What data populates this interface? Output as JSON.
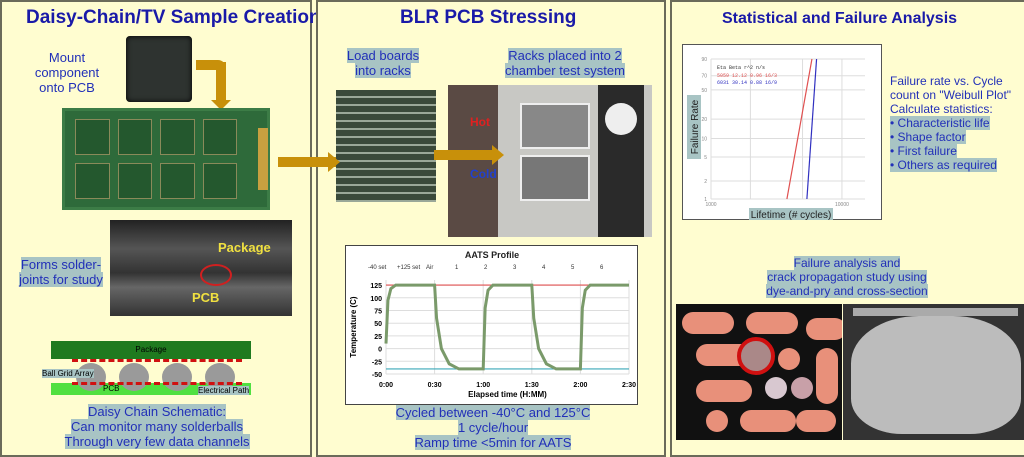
{
  "panels": {
    "left": {
      "title": "Daisy-Chain/TV Sample Creation",
      "mount_text": [
        "Mount",
        "component",
        "onto PCB"
      ],
      "forms_text": [
        "Forms solder-",
        "joints for study"
      ],
      "photo_labels": {
        "package": "Package",
        "pcb": "PCB"
      },
      "schematic": {
        "package": "Package",
        "ball_grid_array": "Ball Grid Array",
        "pcb": "PCB",
        "electrical_path": "Electrical Path"
      },
      "schematic_caption": [
        "Daisy Chain Schematic:",
        "Can monitor many solderballs",
        "Through very few data channels"
      ]
    },
    "middle": {
      "title": "BLR PCB Stressing",
      "load_text": [
        "Load boards",
        "into racks"
      ],
      "racks_text": [
        "Racks placed into 2",
        "chamber test system"
      ],
      "chamber_labels": {
        "hot": "Hot",
        "cold": "Cold"
      },
      "caption": [
        "Cycled between -40°C and 125°C",
        "1 cycle/hour",
        "Ramp time <5min for AATS"
      ]
    },
    "right": {
      "title": "Statistical and Failure Analysis",
      "weibull_text": [
        "Failure rate vs. Cycle",
        "count on \"Weibull Plot\"",
        "Calculate statistics:"
      ],
      "bullets": [
        "Characteristic life",
        "Shape factor",
        "First failure",
        "Others as required"
      ],
      "fa_text": [
        "Failure analysis and",
        "crack propagation study using",
        "dye-and-pry and cross-section"
      ]
    }
  },
  "colors": {
    "background": "#fffdd0",
    "title": "#1a1aa8",
    "caption": "#2230b8",
    "highlight": "#a8c4c4",
    "arrow": "#c8900a"
  },
  "chart_data": [
    {
      "type": "line",
      "title": "AATS Profile",
      "xlabel": "Elapsed time (H:MM)",
      "ylabel": "Temperature (C)",
      "x_ticks": [
        "0:00",
        "0:30",
        "1:00",
        "1:30",
        "2:00",
        "2:30"
      ],
      "y_ticks": [
        125,
        100,
        75,
        50,
        25,
        0,
        -25,
        -50
      ],
      "xlim": [
        0,
        2.5
      ],
      "ylim": [
        -50,
        135
      ],
      "grid": true,
      "legend": [
        "-40 set",
        "+125 set",
        "Air",
        "1",
        "2",
        "3",
        "4",
        "5",
        "6"
      ],
      "legend_position": "top",
      "series": [
        {
          "name": "-40 set",
          "color": "#3aa8b8",
          "x": [
            0,
            2.5
          ],
          "y": [
            -40,
            -40
          ]
        },
        {
          "name": "+125 set",
          "color": "#e05050",
          "x": [
            0,
            2.5
          ],
          "y": [
            125,
            125
          ]
        },
        {
          "name": "Air",
          "color": "#7a9a6a",
          "x": [
            0,
            0.02,
            0.05,
            0.1,
            0.5,
            0.52,
            0.57,
            0.65,
            0.75,
            1.0,
            1.02,
            1.05,
            1.1,
            1.5,
            1.52,
            1.57,
            1.65,
            1.75,
            2.0,
            2.02,
            2.05,
            2.1,
            2.5
          ],
          "y": [
            10,
            95,
            118,
            125,
            125,
            60,
            0,
            -30,
            -40,
            -40,
            80,
            115,
            125,
            125,
            60,
            0,
            -30,
            -40,
            -40,
            80,
            115,
            125,
            125
          ]
        }
      ]
    },
    {
      "type": "line",
      "xlabel": "Lifetime (# cycles)",
      "ylabel": "Failure Rate",
      "x_scale": "log",
      "y_scale": "weibull",
      "x_ticks": [
        1000,
        10000
      ],
      "y_ticks": [
        1,
        2,
        5,
        10,
        20,
        50,
        70,
        90
      ],
      "legend_table": {
        "header": [
          "Eta",
          "Beta",
          "r^2",
          "n/s"
        ],
        "rows": [
          [
            "5059",
            "12.12",
            "0.96",
            "16/3"
          ],
          [
            "6031",
            "30.14",
            "0.88",
            "16/9"
          ]
        ]
      },
      "series": [
        {
          "color": "#e05050",
          "x": [
            3800,
            5900
          ],
          "y": [
            1,
            90
          ]
        },
        {
          "color": "#3030c0",
          "x": [
            5400,
            6400
          ],
          "y": [
            1,
            90
          ]
        }
      ]
    }
  ]
}
